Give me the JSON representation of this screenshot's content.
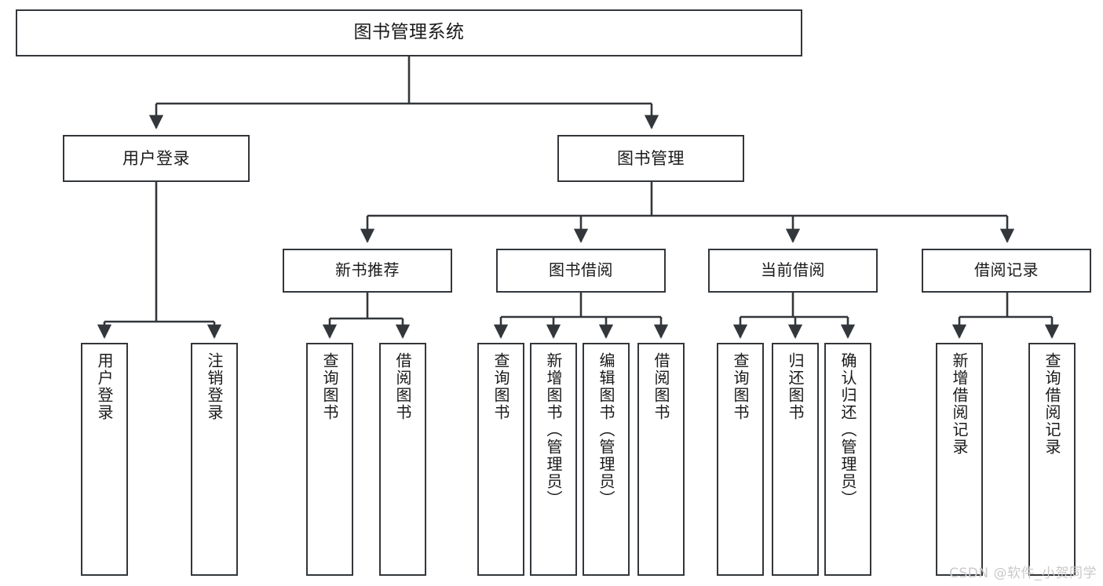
{
  "diagram": {
    "title": "图书管理系统",
    "watermark": "CSDN @软件_小贺同学",
    "edge_color": "#33373b",
    "box_border_color": "#33373b",
    "background_color": "#ffffff",
    "root": {
      "id": "root",
      "label": "图书管理系统"
    },
    "level1": [
      {
        "id": "user-login",
        "label": "用户登录"
      },
      {
        "id": "book-manage",
        "label": "图书管理"
      }
    ],
    "level2": [
      {
        "id": "new-book-recommend",
        "label": "新书推荐",
        "parent": "book-manage"
      },
      {
        "id": "book-borrow",
        "label": "图书借阅",
        "parent": "book-manage"
      },
      {
        "id": "current-borrow",
        "label": "当前借阅",
        "parent": "book-manage"
      },
      {
        "id": "borrow-record",
        "label": "借阅记录",
        "parent": "book-manage"
      }
    ],
    "leaves": [
      {
        "id": "leaf-user-login",
        "label": "用户登录",
        "parent": "user-login"
      },
      {
        "id": "leaf-logout-login",
        "label": "注销登录",
        "parent": "user-login"
      },
      {
        "id": "leaf-query-book-1",
        "label": "查询图书",
        "parent": "new-book-recommend"
      },
      {
        "id": "leaf-borrow-book-1",
        "label": "借阅图书",
        "parent": "new-book-recommend"
      },
      {
        "id": "leaf-query-book-2",
        "label": "查询图书",
        "parent": "book-borrow"
      },
      {
        "id": "leaf-add-book",
        "label": "新增图书（管理员）",
        "parent": "book-borrow"
      },
      {
        "id": "leaf-edit-book",
        "label": "编辑图书（管理员）",
        "parent": "book-borrow"
      },
      {
        "id": "leaf-borrow-book-2",
        "label": "借阅图书",
        "parent": "book-borrow"
      },
      {
        "id": "leaf-query-book-3",
        "label": "查询图书",
        "parent": "current-borrow"
      },
      {
        "id": "leaf-return-book",
        "label": "归还图书",
        "parent": "current-borrow"
      },
      {
        "id": "leaf-confirm-return",
        "label": "确认归还（管理员）",
        "parent": "current-borrow"
      },
      {
        "id": "leaf-add-record",
        "label": "新增借阅记录",
        "parent": "borrow-record"
      },
      {
        "id": "leaf-query-record",
        "label": "查询借阅记录",
        "parent": "borrow-record"
      }
    ]
  }
}
